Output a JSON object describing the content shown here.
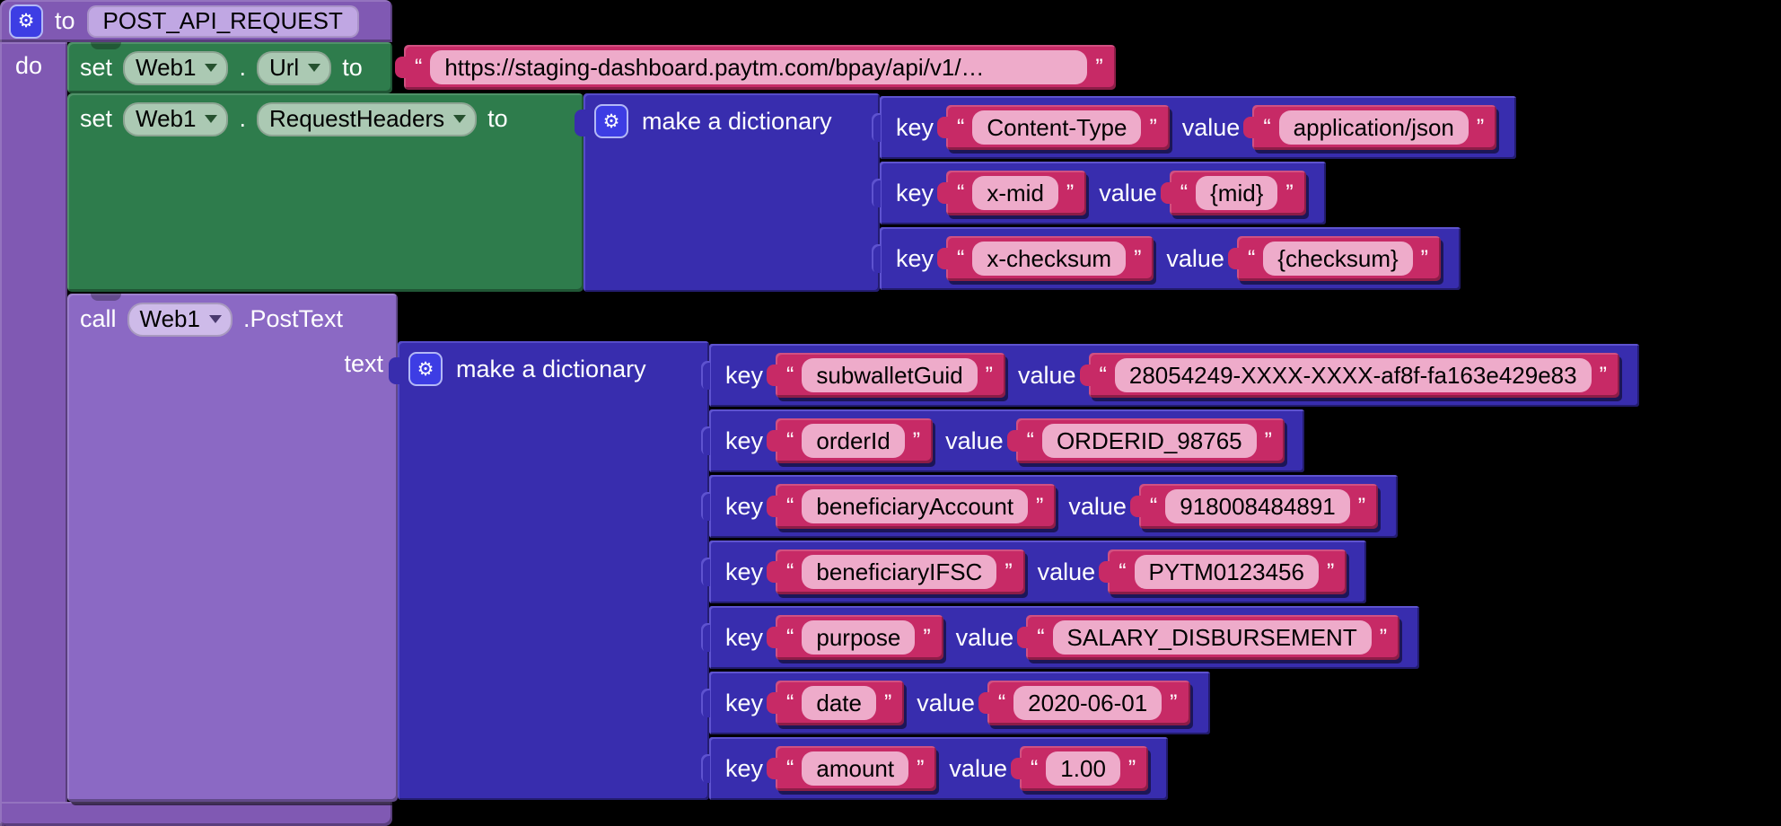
{
  "icons": {
    "gear": "⚙"
  },
  "punctuation": {
    "open_quote": "“",
    "close_quote": "”",
    "dot": "."
  },
  "labels": {
    "key": "key",
    "value": "value"
  },
  "colors": {
    "background": "#000000",
    "procedure_purple": "#8059b3",
    "call_purple": "#8b69c4",
    "component_green": "#2e7c4c",
    "dictionary_blue": "#382dae",
    "text_block_crimson": "#c72a66",
    "text_field_pink": "#eeabca",
    "gear_button_blue": "#3d3de4"
  },
  "procedure": {
    "to": "to",
    "name": "POST_API_REQUEST",
    "do": "do"
  },
  "set_url": {
    "set": "set",
    "component": "Web1",
    "property": "Url",
    "to": "to",
    "value": "https://staging-dashboard.paytm.com/bpay/api/v1/…"
  },
  "set_request_headers": {
    "set": "set",
    "component": "Web1",
    "property": "RequestHeaders",
    "to": "to"
  },
  "headers_dictionary": {
    "label": "make a dictionary",
    "pairs": [
      {
        "key": "Content-Type",
        "value": "application/json"
      },
      {
        "key": "x-mid",
        "value": "{mid}"
      },
      {
        "key": "x-checksum",
        "value": "{checksum}"
      }
    ]
  },
  "call_post_text": {
    "call": "call",
    "component": "Web1",
    "method": ".PostText",
    "param": "text"
  },
  "body_dictionary": {
    "label": "make a dictionary",
    "pairs": [
      {
        "key": "subwalletGuid",
        "value": "28054249-XXXX-XXXX-af8f-fa163e429e83"
      },
      {
        "key": "orderId",
        "value": "ORDERID_98765"
      },
      {
        "key": "beneficiaryAccount",
        "value": "918008484891"
      },
      {
        "key": "beneficiaryIFSC",
        "value": "PYTM0123456"
      },
      {
        "key": "purpose",
        "value": "SALARY_DISBURSEMENT"
      },
      {
        "key": "date",
        "value": "2020-06-01"
      },
      {
        "key": "amount",
        "value": "1.00"
      }
    ]
  }
}
